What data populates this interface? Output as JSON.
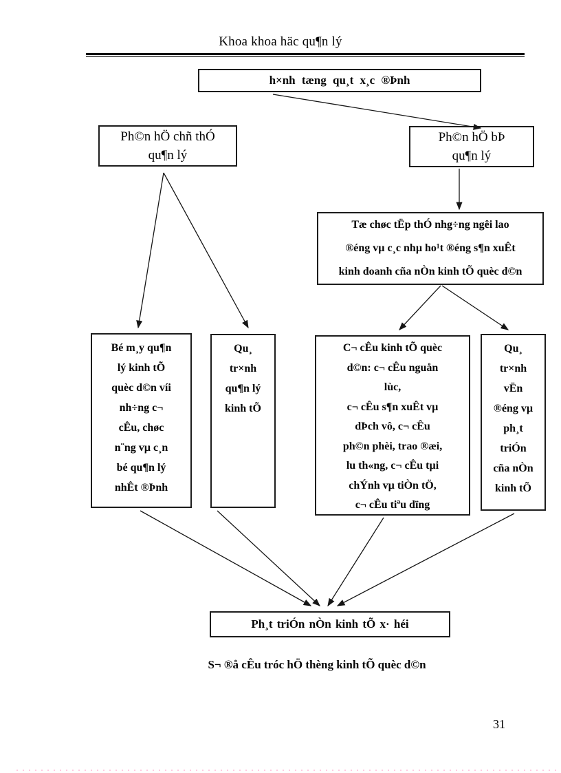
{
  "page": {
    "header": "Khoa khoa häc qu¶n lý",
    "caption": "S¬ ®å cÊu tróc hÖ thèng kinh tÕ quèc d©n",
    "page_number": "31"
  },
  "diagram": {
    "top_box": "h×nh tæng qu¸t x¸c ®Þnh",
    "left_box": "Ph©n hÖ chñ thÓ\nqu¶n lý",
    "right_box": "Ph©n hÖ bÞ\nqu¶n lý",
    "wide_box": "Tæ chøc tËp thÓ nhg÷ng ngêi  lao\n®éng vµ c¸c nhµ ho¹t ®éng s¶n xuÊt\nkinh doanh cña nÒn kinh tÕ quèc d©n",
    "box1": "Bé m¸y qu¶n\nlý kinh tÕ\nquèc d©n víi\nnh÷ng c¬\ncÊu, chøc\nn¨ng vµ c¸n\nbé qu¶n lý\nnhÊt ®Þnh",
    "box2": "Qu¸\ntr×nh\nqu¶n lý\nkinh tÕ",
    "box3": "C¬ cÊu kinh tÕ quèc\nd©n: c¬ cÊu nguån\nlùc,\nc¬ cÊu s¶n xuÊt vµ\ndÞch vô, c¬ cÊu\nph©n phèi, trao ®æi,\nlu th«ng, c¬ cÊu tµi\nchÝnh vµ tiÒn tÖ,\nc¬ cÊu tiªu dïng",
    "box4": "Qu¸\ntr×nh\nvËn\n®éng vµ\nph¸t\ntriÓn\ncña nÒn\nkinh tÕ",
    "bottom_box": "Ph¸t triÓn nÒn kinh tÕ x· héi"
  },
  "colors": {
    "ink": "#050505",
    "box_border": "#1c1c1c",
    "footer_dots": "#ffc9e0"
  }
}
